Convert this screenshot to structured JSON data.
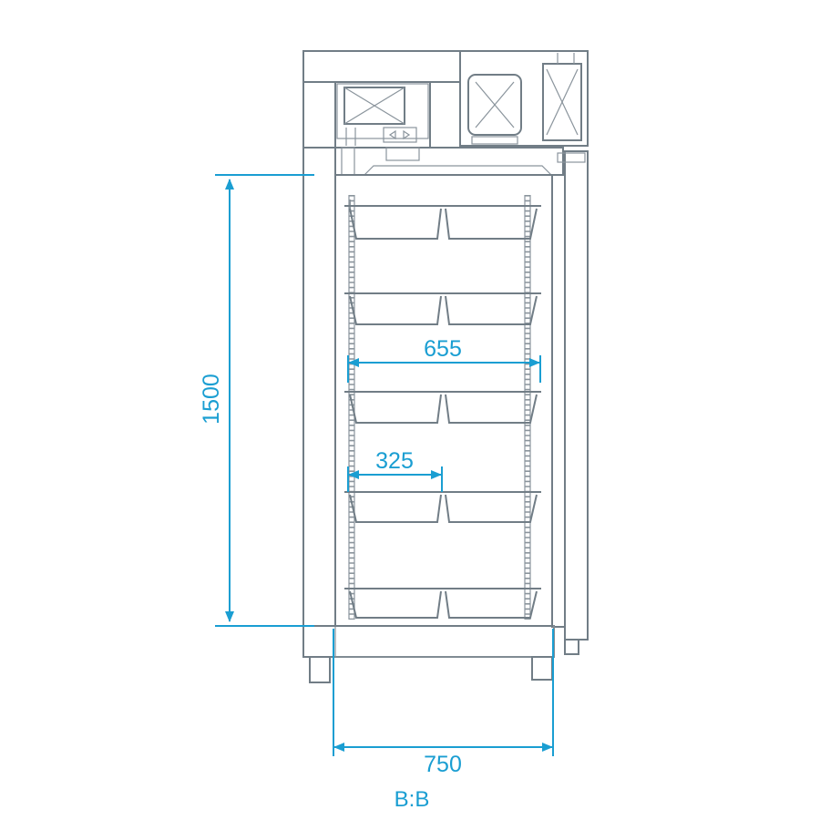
{
  "dimensions": {
    "height": "1500",
    "inner_width": "655",
    "tray_width": "325",
    "outer_width": "750"
  },
  "section_label": "B:B",
  "colors": {
    "line": "#717d86",
    "dimension": "#1a9ed2",
    "background": "#ffffff"
  }
}
